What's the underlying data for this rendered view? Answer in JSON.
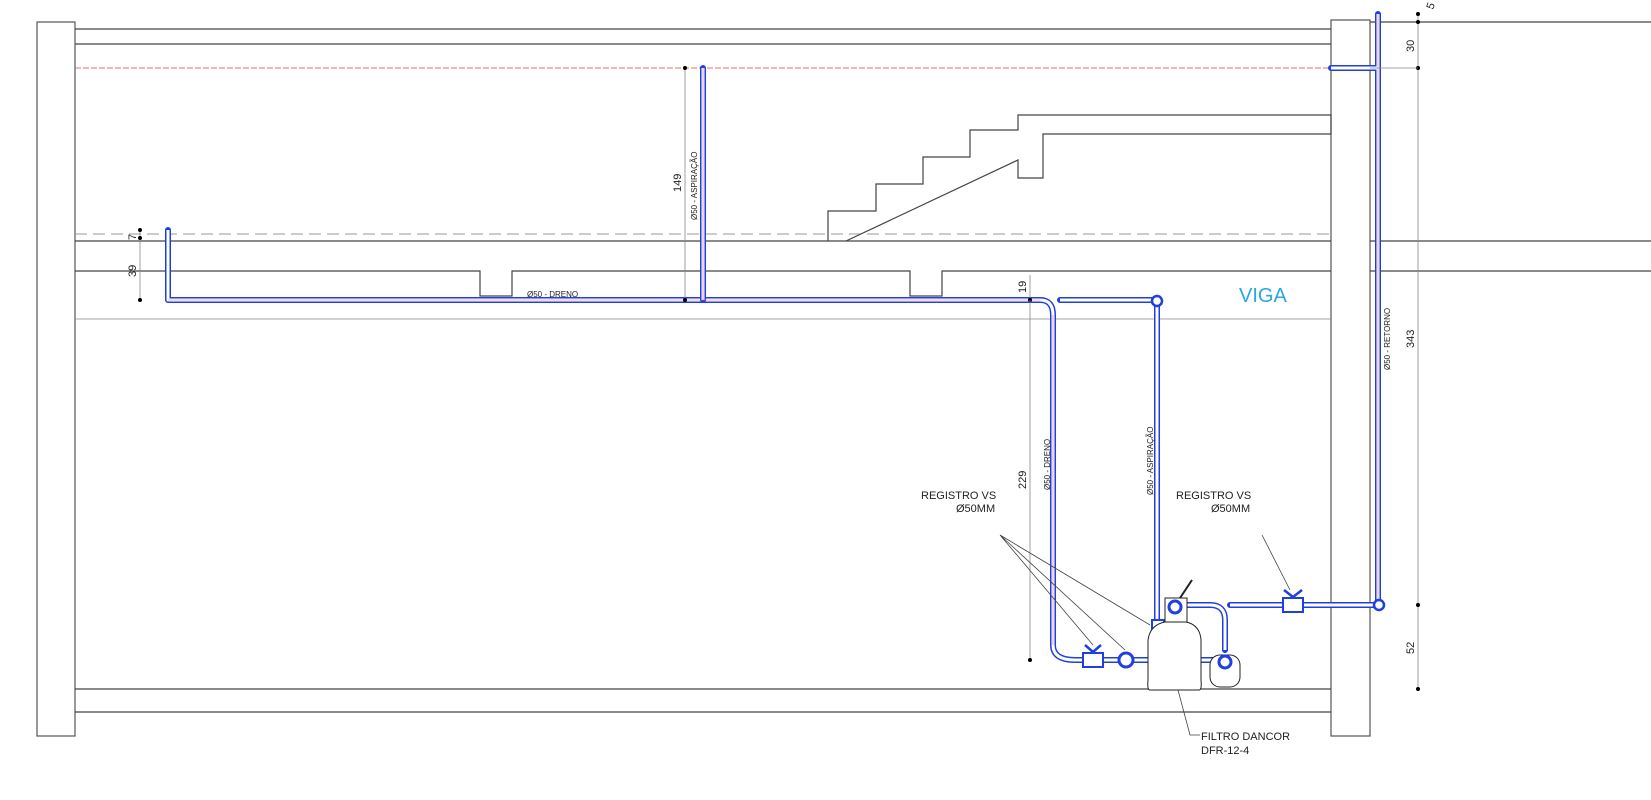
{
  "labels": {
    "viga": "VIGA",
    "aspiracao_top": "Ø50 - ASPIRAÇÃO",
    "dreno_horizontal": "Ø50 - DRENO",
    "dreno_vertical": "Ø50 - DRENO",
    "aspiracao_vertical": "Ø50 - ASPIRAÇÃO",
    "retorno": "Ø50 - RETORNO",
    "registro_left_line1": "REGISTRO VS",
    "registro_left_line2": "Ø50MM",
    "registro_right_line1": "REGISTRO VS",
    "registro_right_line2": "Ø50MM",
    "filtro_line1": "FILTRO DANCOR",
    "filtro_line2": "DFR-12-4"
  },
  "dimensions": {
    "d149": "149",
    "d7": "7",
    "d39": "39",
    "d19": "19",
    "d229": "229",
    "d5": "5",
    "d30": "30",
    "d343": "343",
    "d52": "52"
  },
  "colors": {
    "pipe": "#1f3fe0",
    "viga": "#29a8e0",
    "centerline": "#e06a6a"
  }
}
